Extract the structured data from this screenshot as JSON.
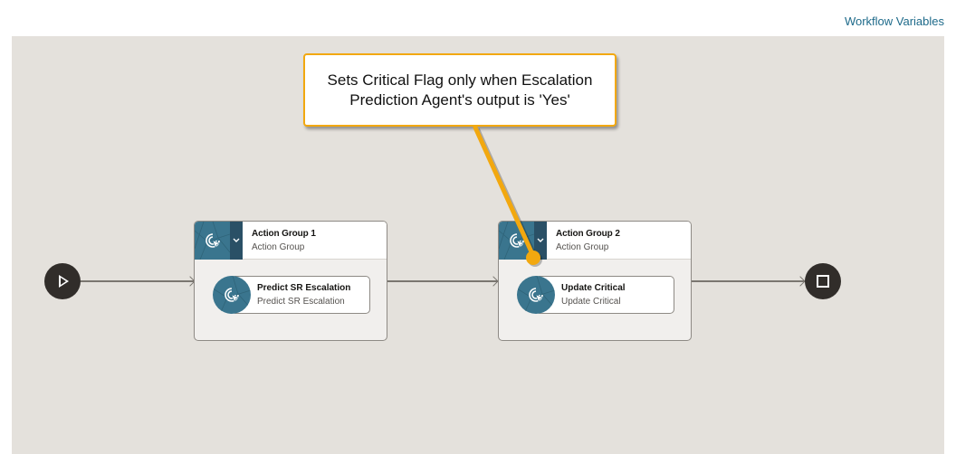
{
  "header": {
    "workflow_variables_link": "Workflow Variables"
  },
  "canvas": {
    "background": "#e4e1dc",
    "start_node": {
      "icon": "play-icon"
    },
    "end_node": {
      "icon": "stop-icon"
    },
    "groups": [
      {
        "title": "Action Group 1",
        "subtitle": "Action Group",
        "icon": "agent-action-icon",
        "tasks": [
          {
            "title": "Predict SR Escalation",
            "subtitle": "Predict SR Escalation",
            "icon": "agent-action-icon"
          }
        ]
      },
      {
        "title": "Action Group 2",
        "subtitle": "Action Group",
        "icon": "agent-action-icon",
        "tasks": [
          {
            "title": "Update Critical",
            "subtitle": "Update Critical",
            "icon": "agent-action-icon"
          }
        ]
      }
    ]
  },
  "callout": {
    "text": "Sets Critical Flag only when Escalation Prediction Agent's output is 'Yes'",
    "border_color": "#f2a80f"
  },
  "colors": {
    "accent_teal": "#3a758e",
    "accent_teal_dark": "#2a5066",
    "terminal": "#312d2a",
    "link": "#1e6a8a"
  }
}
